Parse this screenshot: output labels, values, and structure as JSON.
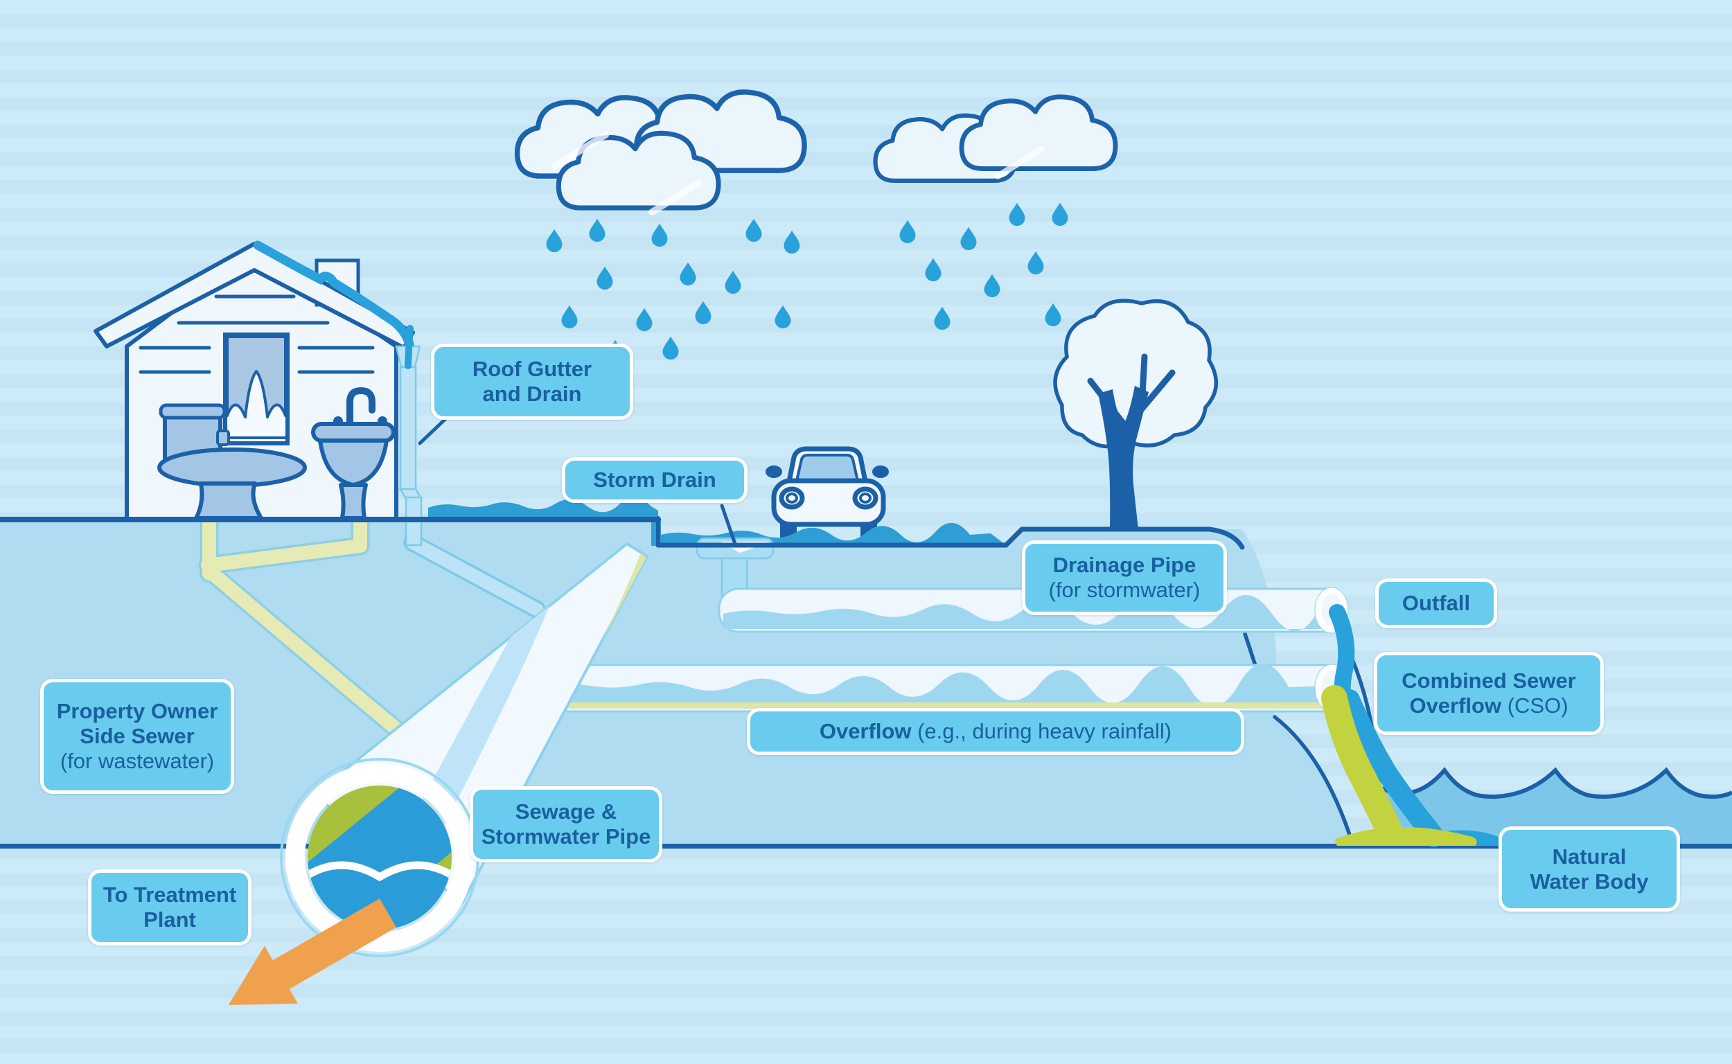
{
  "title": "Combined sewer system diagram",
  "labels": {
    "roof_gutter": {
      "line1": "Roof Gutter",
      "line2": "and Drain"
    },
    "storm_drain": {
      "line1": "Storm Drain"
    },
    "drainage_pipe": {
      "line1": "Drainage Pipe",
      "line2": "(for stormwater)"
    },
    "outfall": {
      "line1": "Outfall"
    },
    "cso": {
      "line1": "Combined Sewer",
      "line2_bold": "Overflow",
      "line2_rest": " (CSO)"
    },
    "property_side_sewer": {
      "line1": "Property Owner",
      "line2": "Side Sewer",
      "line3": "(for wastewater)"
    },
    "overflow": {
      "bold": "Overflow",
      "rest": " (e.g., during heavy rainfall)"
    },
    "sewage_pipe": {
      "line1": "Sewage &",
      "line2": "Stormwater Pipe"
    },
    "treatment": {
      "line1": "To Treatment",
      "line2": "Plant"
    },
    "natural_water_body": {
      "line1": "Natural",
      "line2": "Water Body"
    }
  },
  "icons": {
    "cloud": "cloud-icon",
    "raindrop": "raindrop-icon",
    "house": "house-icon",
    "toilet": "toilet-icon",
    "sink": "sink-icon",
    "car": "car-icon",
    "tree": "tree-icon",
    "arrow_to_treatment": "arrow-down-left-icon"
  },
  "colors": {
    "sky": "#cdeaf8",
    "underground": "#afdcf1",
    "outline_navy": "#1c60a8",
    "label_fill": "#69cbee",
    "label_text": "#19609f",
    "surface_water": "#2e9ed4",
    "stream_blue": "#29a2db",
    "water_body": "#7cc7e9",
    "pipe_body": "#edf7fd",
    "pipe_water": "#9fd7f1",
    "wastewater_pale": "#e6ebb5",
    "sewage_green": "#c3d23f",
    "cross_section_green": "#a8c13d",
    "arrow_orange": "#f0a14d"
  }
}
